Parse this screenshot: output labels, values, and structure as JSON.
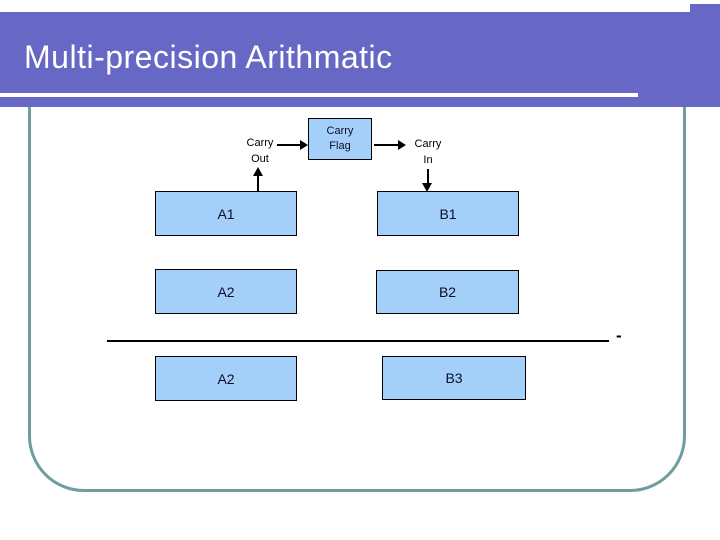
{
  "slide": {
    "title": "Multi-precision Arithmatic"
  },
  "diagram": {
    "carry_out": {
      "line1": "Carry",
      "line2": "Out"
    },
    "carry_flag": {
      "line1": "Carry",
      "line2": "Flag"
    },
    "carry_in": {
      "line1": "Carry",
      "line2": "In"
    },
    "minus": "-",
    "operands": [
      {
        "label": "A1"
      },
      {
        "label": "B1"
      },
      {
        "label": "A2"
      },
      {
        "label": "B2"
      },
      {
        "label": "A2"
      },
      {
        "label": "B3"
      }
    ]
  },
  "colors": {
    "banner": "#6768C6",
    "frame": "#6F9D9D",
    "box_fill": "#A3CFF8",
    "box_border": "#000000"
  }
}
